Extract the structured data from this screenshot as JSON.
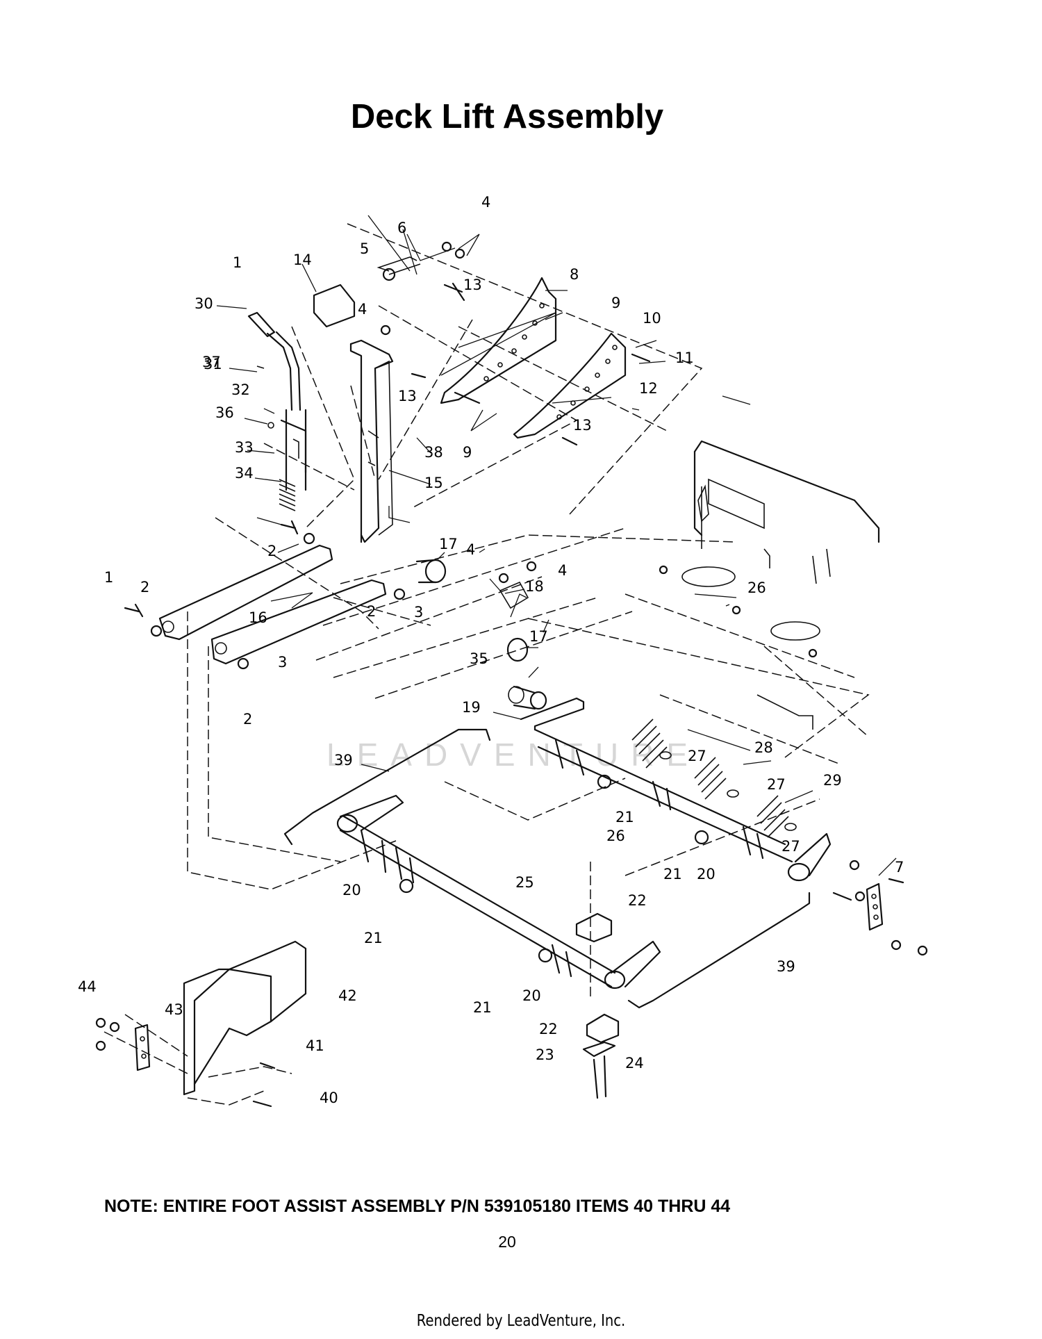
{
  "title": "Deck Lift Assembly",
  "watermark": "LEADVENTURE",
  "note": "NOTE: ENTIRE FOOT ASSIST ASSEMBLY P/N 539105180 ITEMS 40 THRU 44",
  "page_number": "20",
  "footer": "Rendered by LeadVenture, Inc.",
  "callouts": [
    {
      "id": "c1a",
      "text": "1"
    },
    {
      "id": "c1b",
      "text": "1"
    },
    {
      "id": "c2a",
      "text": "2"
    },
    {
      "id": "c2b",
      "text": "2"
    },
    {
      "id": "c2c",
      "text": "2"
    },
    {
      "id": "c2d",
      "text": "2"
    },
    {
      "id": "c3a",
      "text": "3"
    },
    {
      "id": "c3b",
      "text": "3"
    },
    {
      "id": "c4a",
      "text": "4"
    },
    {
      "id": "c4b",
      "text": "4"
    },
    {
      "id": "c4c",
      "text": "4"
    },
    {
      "id": "c4d",
      "text": "4"
    },
    {
      "id": "c5",
      "text": "5"
    },
    {
      "id": "c6",
      "text": "6"
    },
    {
      "id": "c7",
      "text": "7"
    },
    {
      "id": "c8",
      "text": "8"
    },
    {
      "id": "c9a",
      "text": "9"
    },
    {
      "id": "c9b",
      "text": "9"
    },
    {
      "id": "c10",
      "text": "10"
    },
    {
      "id": "c11",
      "text": "11"
    },
    {
      "id": "c12",
      "text": "12"
    },
    {
      "id": "c13a",
      "text": "13"
    },
    {
      "id": "c13b",
      "text": "13"
    },
    {
      "id": "c13c",
      "text": "13"
    },
    {
      "id": "c14",
      "text": "14"
    },
    {
      "id": "c15",
      "text": "15"
    },
    {
      "id": "c16",
      "text": "16"
    },
    {
      "id": "c17a",
      "text": "17"
    },
    {
      "id": "c17b",
      "text": "17"
    },
    {
      "id": "c18",
      "text": "18"
    },
    {
      "id": "c19",
      "text": "19"
    },
    {
      "id": "c20a",
      "text": "20"
    },
    {
      "id": "c20b",
      "text": "20"
    },
    {
      "id": "c20c",
      "text": "20"
    },
    {
      "id": "c21a",
      "text": "21"
    },
    {
      "id": "c21b",
      "text": "21"
    },
    {
      "id": "c21c",
      "text": "21"
    },
    {
      "id": "c21d",
      "text": "21"
    },
    {
      "id": "c22a",
      "text": "22"
    },
    {
      "id": "c22b",
      "text": "22"
    },
    {
      "id": "c23",
      "text": "23"
    },
    {
      "id": "c24",
      "text": "24"
    },
    {
      "id": "c25",
      "text": "25"
    },
    {
      "id": "c26a",
      "text": "26"
    },
    {
      "id": "c26b",
      "text": "26"
    },
    {
      "id": "c27a",
      "text": "27"
    },
    {
      "id": "c27b",
      "text": "27"
    },
    {
      "id": "c27c",
      "text": "27"
    },
    {
      "id": "c28",
      "text": "28"
    },
    {
      "id": "c29",
      "text": "29"
    },
    {
      "id": "c30",
      "text": "30"
    },
    {
      "id": "c31",
      "text": "31"
    },
    {
      "id": "c32",
      "text": "32"
    },
    {
      "id": "c33",
      "text": "33"
    },
    {
      "id": "c34",
      "text": "34"
    },
    {
      "id": "c35",
      "text": "35"
    },
    {
      "id": "c36",
      "text": "36"
    },
    {
      "id": "c37",
      "text": "37"
    },
    {
      "id": "c38",
      "text": "38"
    },
    {
      "id": "c39a",
      "text": "39"
    },
    {
      "id": "c39b",
      "text": "39"
    },
    {
      "id": "c40",
      "text": "40"
    },
    {
      "id": "c41",
      "text": "41"
    },
    {
      "id": "c42",
      "text": "42"
    },
    {
      "id": "c43",
      "text": "43"
    },
    {
      "id": "c44",
      "text": "44"
    }
  ]
}
